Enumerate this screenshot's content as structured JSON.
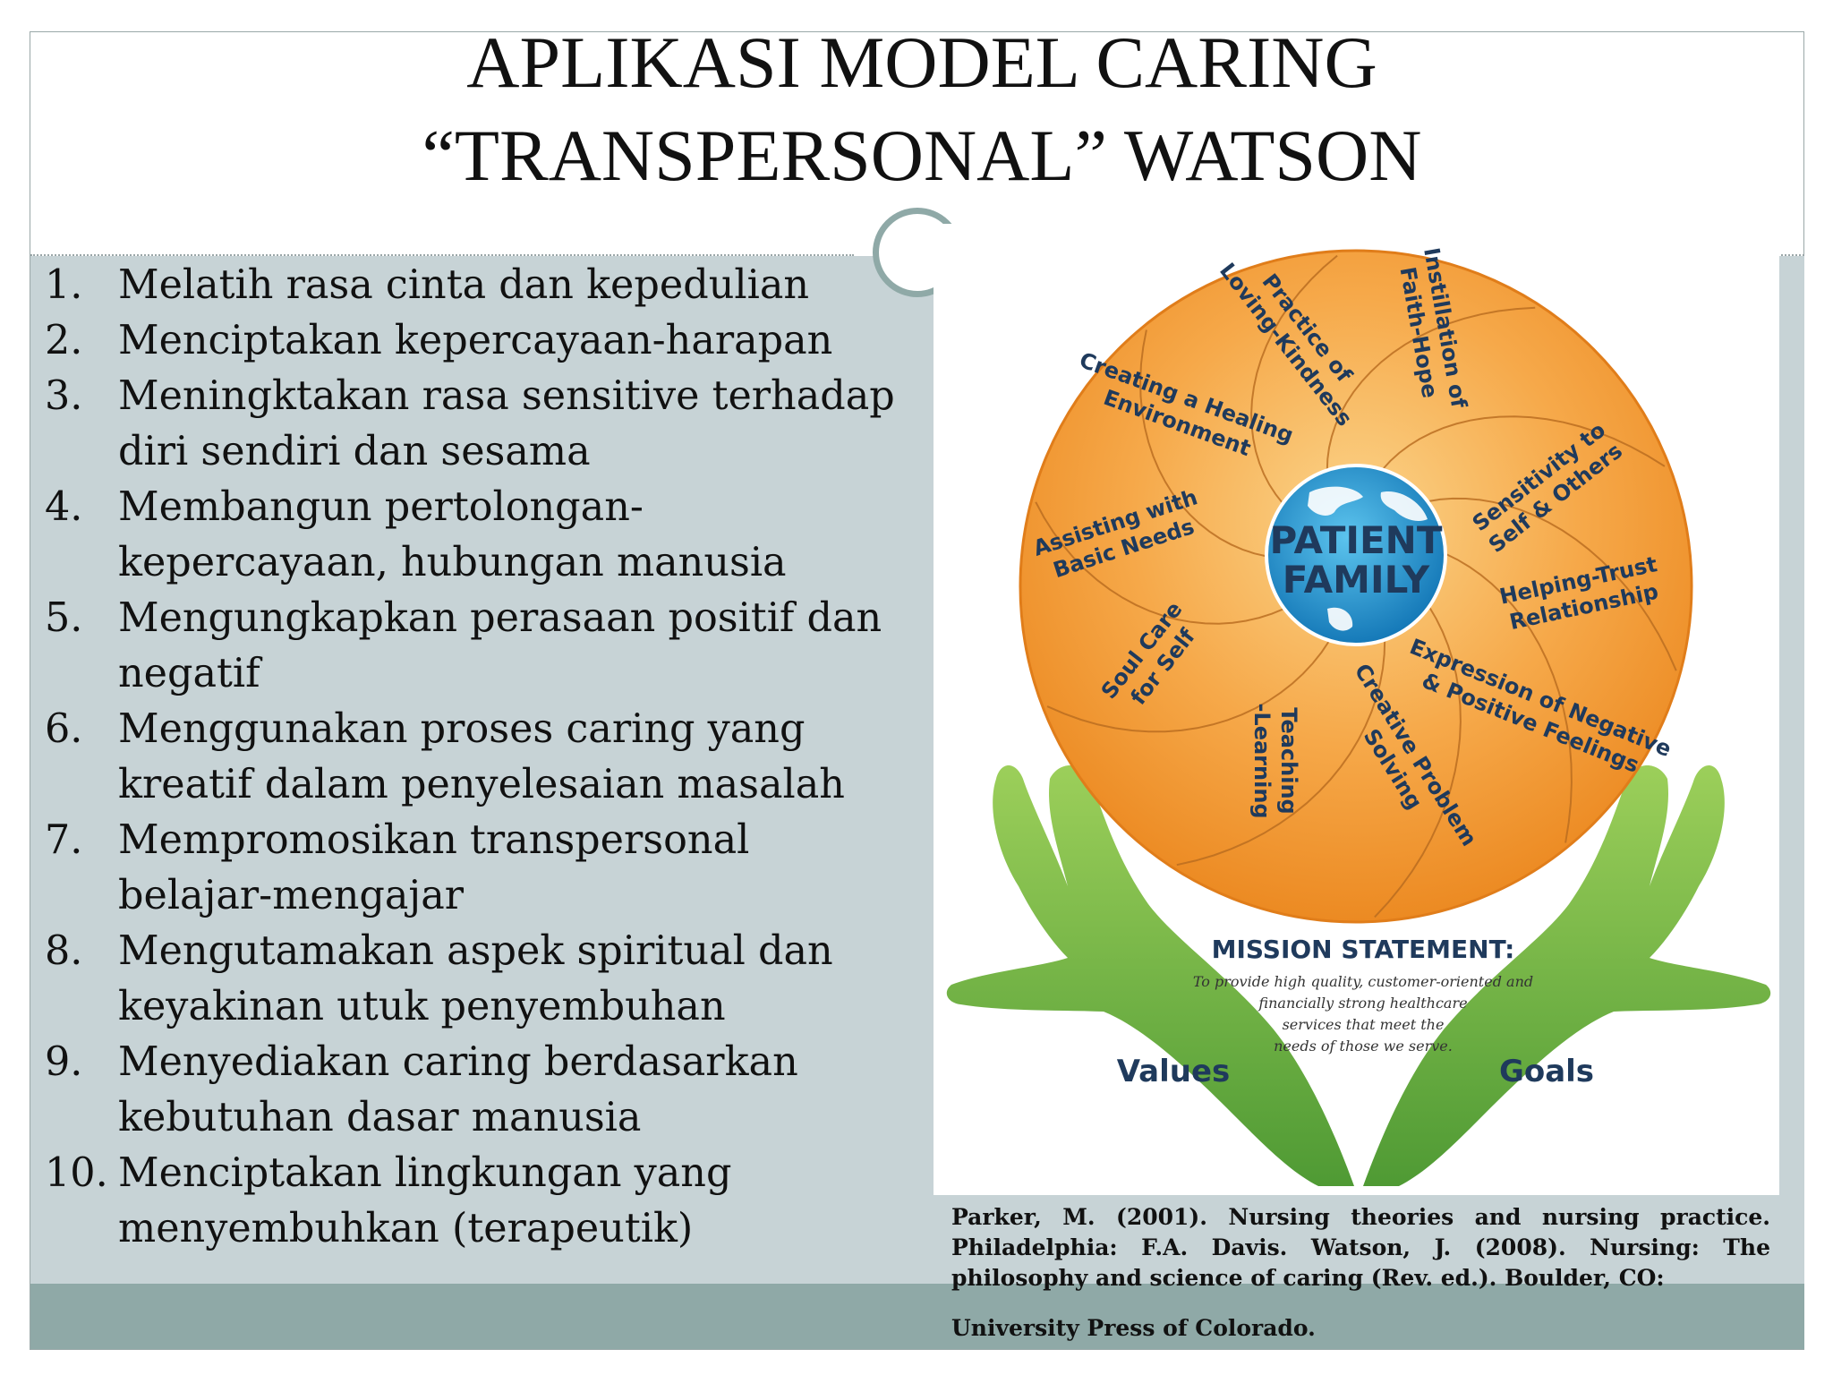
{
  "slide": {
    "title_line1": "APLIKASI MODEL CARING",
    "title_line2": "“TRANSPERSONAL” WATSON"
  },
  "list": [
    {
      "num": "1.",
      "text": "Melatih rasa cinta dan kepedulian"
    },
    {
      "num": "2.",
      "text": "Menciptakan kepercayaan-harapan"
    },
    {
      "num": "3.",
      "text": "Meningktakan rasa sensitive terhadap diri sendiri dan sesama"
    },
    {
      "num": "4.",
      "text": "Membangun pertolongan-kepercayaan, hubungan manusia"
    },
    {
      "num": "5.",
      "text": "Mengungkapkan perasaan positif dan negatif"
    },
    {
      "num": "6.",
      "text": "Menggunakan proses caring yang kreatif dalam penyelesaian masalah"
    },
    {
      "num": "7.",
      "text": "Mempromosikan transpersonal belajar-mengajar"
    },
    {
      "num": "8.",
      "text": "Mengutamakan aspek spiritual dan keyakinan utuk penyembuhan"
    },
    {
      "num": "9.",
      "text": "Menyediakan caring berdasarkan kebutuhan dasar manusia"
    },
    {
      "num": "10.",
      "text": "Menciptakan lingkungan yang menyembuhkan (terapeutik)"
    }
  ],
  "diagram": {
    "center_line1": "PATIENT",
    "center_line2": "FAMILY",
    "segments": [
      {
        "l1": "Practice of",
        "l2": "Loving-Kindness"
      },
      {
        "l1": "Instillation of",
        "l2": "Faith-Hope"
      },
      {
        "l1": "Sensitivity to",
        "l2": "Self & Others"
      },
      {
        "l1": "Helping-Trust",
        "l2": "Relationship"
      },
      {
        "l1": "Expression of Negative",
        "l2": "& Positive Feelings"
      },
      {
        "l1": "Creative Problem",
        "l2": "Solving"
      },
      {
        "l1": "Teaching",
        "l2": "-Learning"
      },
      {
        "l1": "Soul Care",
        "l2": "for Self"
      },
      {
        "l1": "Assisting with",
        "l2": "Basic Needs"
      },
      {
        "l1": "Creating a Healing",
        "l2": "Environment"
      }
    ],
    "mission_title": "MISSION STATEMENT:",
    "mission_lines": [
      "To provide high quality, customer-oriented and",
      "financially strong healthcare",
      "services that meet the",
      "needs of those we serve."
    ],
    "left_hand_label": "Values",
    "right_hand_label": "Goals"
  },
  "citation": {
    "main": "Parker, M. (2001). Nursing theories and nursing practice. Philadelphia: F.A. Davis. Watson, J. (2008). Nursing: The philosophy and science  of caring (Rev. ed.). Boulder, CO:",
    "end": "University Press of Colorado."
  },
  "colors": {
    "panel": "#c7d3d6",
    "footer": "#8fa9a7",
    "orange": "#f0932e",
    "globe_blue": "#1e90c8",
    "hand_green": "#6cb33f",
    "navy_text": "#1f3a5c"
  }
}
